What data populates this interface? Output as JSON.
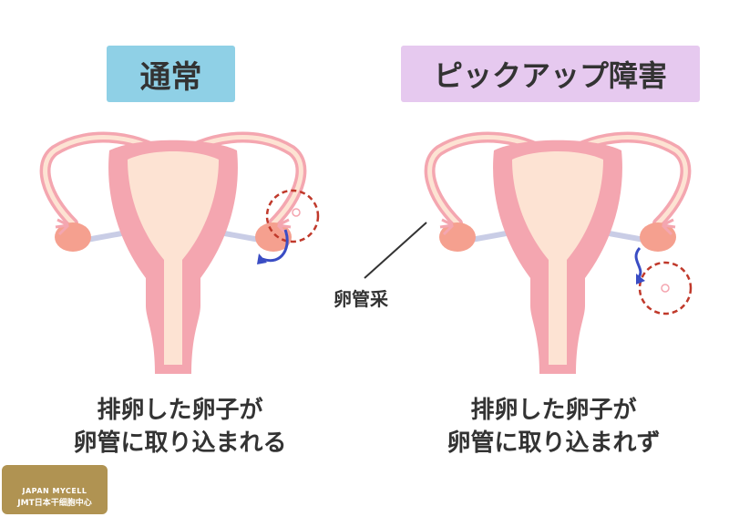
{
  "titles": {
    "normal": "通常",
    "disorder": "ピックアップ障害"
  },
  "captions": {
    "normal_line1": "排卵した卵子が",
    "normal_line2": "卵管に取り込まれる",
    "disorder_line1": "排卵した卵子が",
    "disorder_line2": "卵管に取り込まれず"
  },
  "annotations": {
    "fimbria": "卵管采"
  },
  "logo": {
    "line1": "JAPAN MYCELL",
    "line2": "JMT日本干细胞中心"
  },
  "colors": {
    "normal_title_bg": "#8fd0e6",
    "disorder_title_bg": "#e6c9ef",
    "uterus_outer": "#f4a6b0",
    "uterus_inner": "#fde3d3",
    "ovary": "#f5a08f",
    "arrow": "#3a4dc4",
    "dashed_circle": "#c0392b"
  }
}
